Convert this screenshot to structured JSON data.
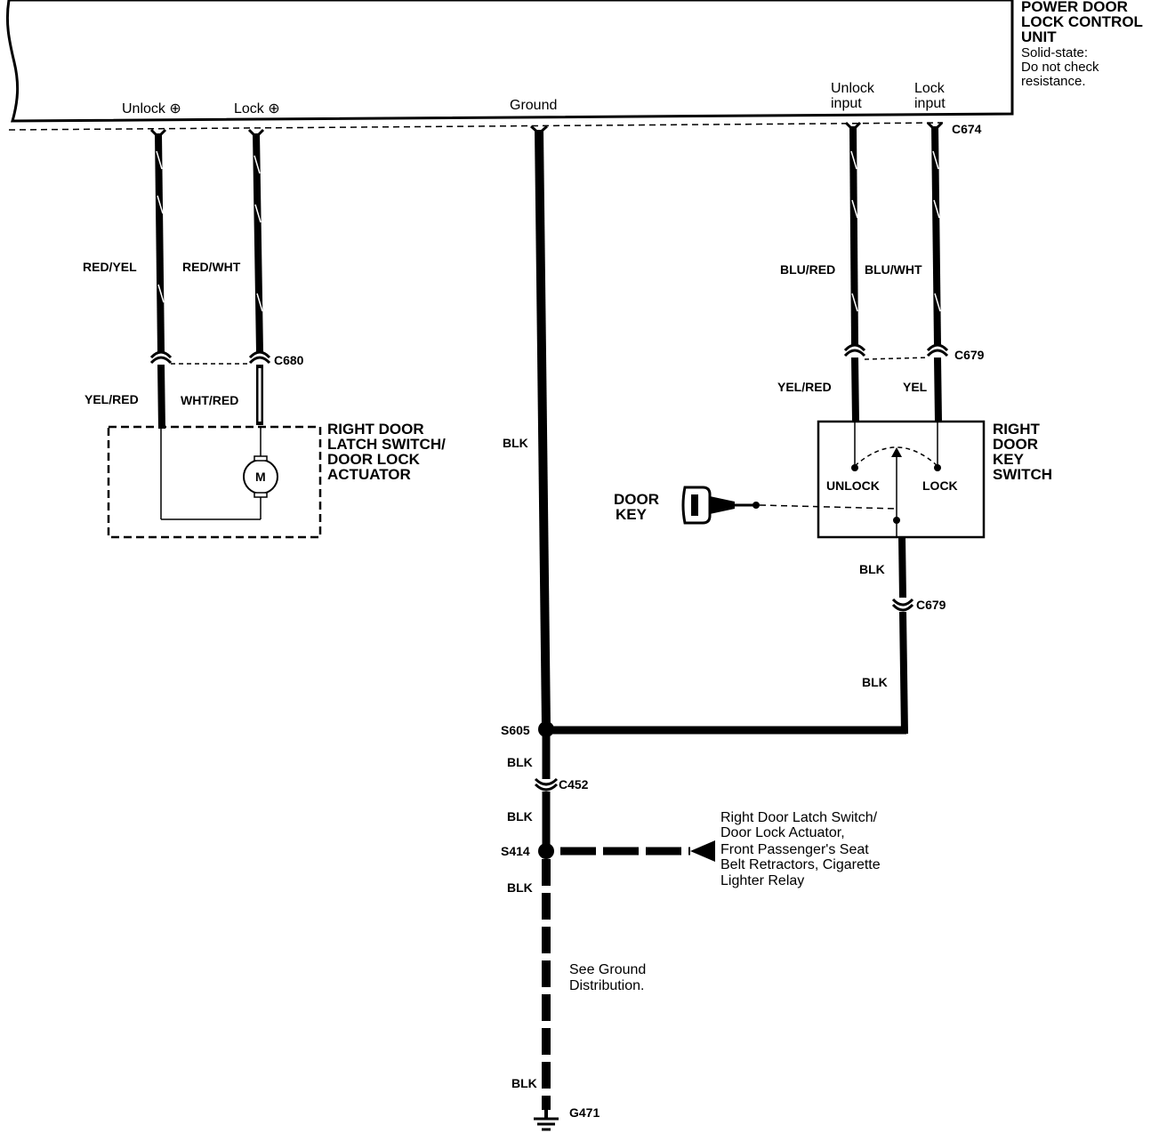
{
  "control_unit": {
    "title_lines": [
      "POWER DOOR",
      "LOCK CONTROL",
      "UNIT"
    ],
    "note_lines": [
      "Solid-state:",
      "Do not check",
      "resistance."
    ],
    "pins": {
      "unlock_out": "Unlock ⊕",
      "lock_out": "Lock ⊕",
      "ground": "Ground",
      "unlock_input": [
        "Unlock",
        "input"
      ],
      "lock_input": [
        "Lock",
        "input"
      ]
    },
    "connector": "C674"
  },
  "wires": {
    "red_yel": "RED/YEL",
    "red_wht": "RED/WHT",
    "yel_red_left": "YEL/RED",
    "wht_red": "WHT/RED",
    "blu_red": "BLU/RED",
    "blu_wht": "BLU/WHT",
    "yel_red_right": "YEL/RED",
    "yel": "YEL",
    "blk": "BLK"
  },
  "connectors": {
    "c680": "C680",
    "c679_top": "C679",
    "c679_bottom": "C679",
    "c452": "C452"
  },
  "splices": {
    "s605": "S605",
    "s414": "S414"
  },
  "ground": "G471",
  "actuator": {
    "label_lines": [
      "RIGHT DOOR",
      "LATCH SWITCH/",
      "DOOR LOCK",
      "ACTUATOR"
    ],
    "motor": "M"
  },
  "key_switch": {
    "label_lines": [
      "RIGHT",
      "DOOR",
      "KEY",
      "SWITCH"
    ],
    "unlock": "UNLOCK",
    "lock": "LOCK"
  },
  "door_key": [
    "DOOR",
    "KEY"
  ],
  "s414_note_lines": [
    "Right Door Latch Switch/",
    "Door Lock Actuator,",
    "Front Passenger's Seat",
    "Belt Retractors, Cigarette",
    "Lighter Relay"
  ],
  "ground_note_lines": [
    "See Ground",
    "Distribution."
  ]
}
